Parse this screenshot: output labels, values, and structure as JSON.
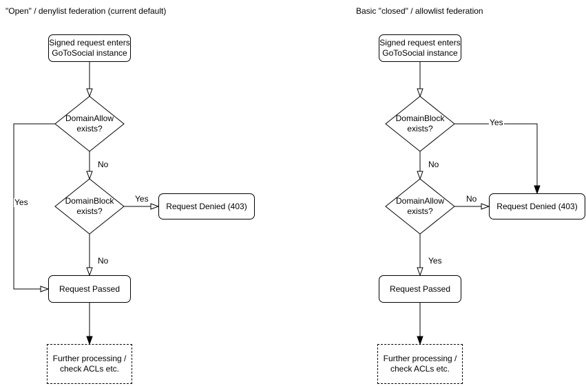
{
  "page": {
    "background_color": "#ffffff",
    "line_color": "#000000"
  },
  "left_chart": {
    "title": "\"Open\" / denylist federation (current default)",
    "nodes": {
      "start": "Signed request enters\nGoToSocial instance",
      "decision1": "DomainAllow\nexists?",
      "decision2": "DomainBlock\nexists?",
      "denied": "Request Denied (403)",
      "passed": "Request Passed",
      "further": "Further processing /\ncheck ACLs etc."
    },
    "edge_labels": {
      "decision1_yes": "Yes",
      "decision1_no": "No",
      "decision2_yes": "Yes",
      "decision2_no": "No"
    }
  },
  "right_chart": {
    "title": "Basic \"closed\" / allowlist federation",
    "nodes": {
      "start": "Signed request enters\nGoToSocial instance",
      "decision1": "DomainBlock\nexists?",
      "decision2": "DomainAllow\nexists?",
      "denied": "Request Denied (403)",
      "passed": "Request Passed",
      "further": "Further processing /\ncheck ACLs etc."
    },
    "edge_labels": {
      "decision1_yes": "Yes",
      "decision1_no": "No",
      "decision2_no": "No",
      "decision2_yes": "Yes"
    }
  }
}
